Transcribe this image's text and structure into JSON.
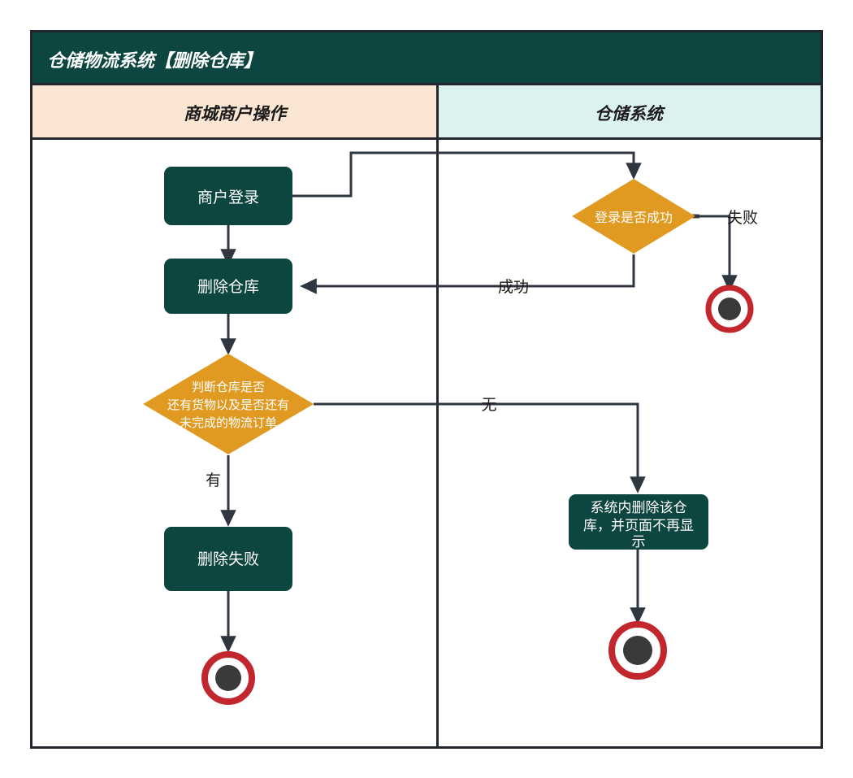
{
  "title": "仓储物流系统【删除仓库】",
  "colors": {
    "title_bg": "#0d4640",
    "title_text": "#ffffff",
    "lane_left_bg": "#fbe6d4",
    "lane_right_bg": "#dcf2f0",
    "node_fill": "#0d4640",
    "node_text": "#ffffff",
    "decision_fill": "#e09a22",
    "decision_text": "#ffffff",
    "end_ring": "#c1272d",
    "end_core": "#3a3a3a",
    "edge": "#2f3640",
    "frame": "#22272e",
    "canvas_bg": "#ffffff"
  },
  "lanes": [
    {
      "id": "lane-merchant",
      "label": "商城商户操作"
    },
    {
      "id": "lane-warehouse",
      "label": "仓储系统"
    }
  ],
  "nodes": [
    {
      "id": "merchant-login",
      "type": "process",
      "label": "商户登录",
      "lines": [
        "商户登录"
      ]
    },
    {
      "id": "delete-warehouse",
      "type": "process",
      "label": "删除仓库",
      "lines": [
        "删除仓库"
      ]
    },
    {
      "id": "delete-failed",
      "type": "process",
      "label": "删除失败",
      "lines": [
        "删除失败"
      ]
    },
    {
      "id": "system-delete",
      "type": "process",
      "label": "系统内删除该仓库，并页面不再显示",
      "lines": [
        "系统内删除该仓",
        "库，并页面不再显",
        "示"
      ]
    },
    {
      "id": "login-success-check",
      "type": "decision",
      "label": "登录是否成功",
      "lines": [
        "登录是否成功"
      ]
    },
    {
      "id": "warehouse-empty-check",
      "type": "decision",
      "label": "判断仓库是否还有货物以及是否还有未完成的物流订单",
      "lines": [
        "判断仓库是否",
        "还有货物以及是否还有",
        "未完成的物流订单"
      ]
    },
    {
      "id": "end-failure",
      "type": "end",
      "label": "结束"
    },
    {
      "id": "end-left",
      "type": "end",
      "label": "结束"
    },
    {
      "id": "end-success",
      "type": "end",
      "label": "结束"
    }
  ],
  "edges": [
    {
      "id": "edge-login-to-check",
      "from": "merchant-login",
      "to": "login-success-check",
      "label": ""
    },
    {
      "id": "edge-login-to-delete",
      "from": "merchant-login",
      "to": "delete-warehouse",
      "label": ""
    },
    {
      "id": "edge-check-success",
      "from": "login-success-check",
      "to": "delete-warehouse",
      "label": "成功"
    },
    {
      "id": "edge-check-failure",
      "from": "login-success-check",
      "to": "end-failure",
      "label": "失败"
    },
    {
      "id": "edge-delete-to-decision",
      "from": "delete-warehouse",
      "to": "warehouse-empty-check",
      "label": ""
    },
    {
      "id": "edge-decision-has-goods",
      "from": "warehouse-empty-check",
      "to": "delete-failed",
      "label": "有"
    },
    {
      "id": "edge-decision-no-goods",
      "from": "warehouse-empty-check",
      "to": "system-delete",
      "label": "无"
    },
    {
      "id": "edge-failed-to-end",
      "from": "delete-failed",
      "to": "end-left",
      "label": ""
    },
    {
      "id": "edge-system-to-end",
      "from": "system-delete",
      "to": "end-success",
      "label": ""
    }
  ]
}
